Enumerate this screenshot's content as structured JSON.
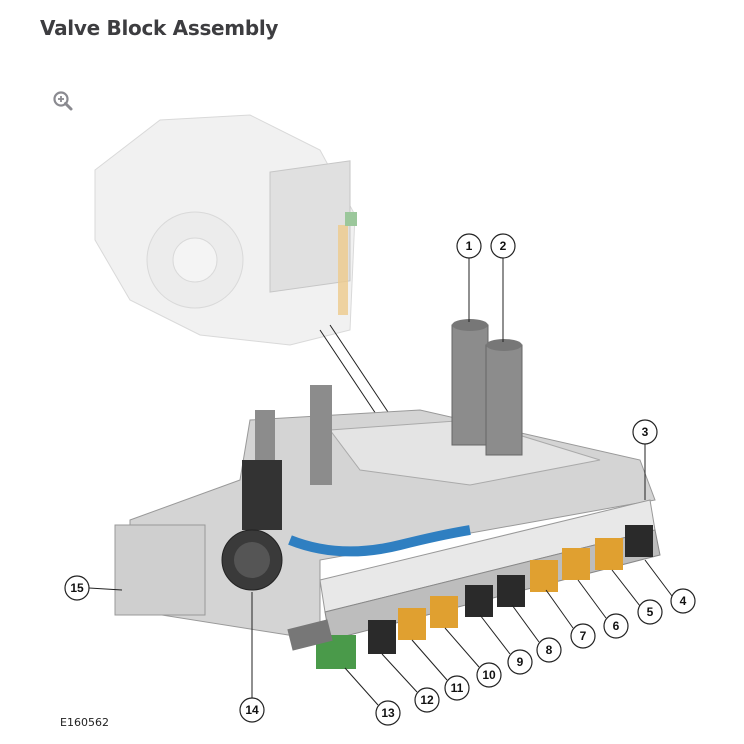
{
  "title": "Valve Block Assembly",
  "zoom_icon": "zoom-in-icon",
  "figure_code": "E160562",
  "callouts": [
    "1",
    "2",
    "3",
    "4",
    "5",
    "6",
    "7",
    "8",
    "9",
    "10",
    "11",
    "12",
    "13",
    "14",
    "15"
  ],
  "colors": {
    "title": "#3d3d40",
    "connector_orange": "#e0a030",
    "connector_black": "#2a2a2a",
    "connector_green": "#4a9a4a",
    "housing": "#d8d8d8"
  }
}
